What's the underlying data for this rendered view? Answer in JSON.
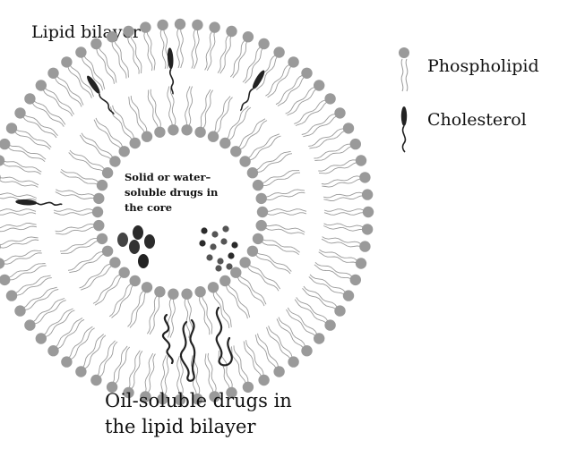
{
  "title": "Lipid bilayer",
  "legend": {
    "phospholipid": "Phospholipid",
    "cholesterol": "Cholesterol"
  },
  "core_label": [
    "Solid or water–",
    "soluble drugs in",
    "the core"
  ],
  "bottom_label": [
    "Oil-soluble drugs in",
    "the lipid bilayer"
  ],
  "colors": {
    "head": "#9a9a9a",
    "tail": "#9a9a9a",
    "cholesterol": "#222222",
    "drug_dark": "#2b2b2b",
    "drug_light": "#555555",
    "text": "#111111"
  }
}
